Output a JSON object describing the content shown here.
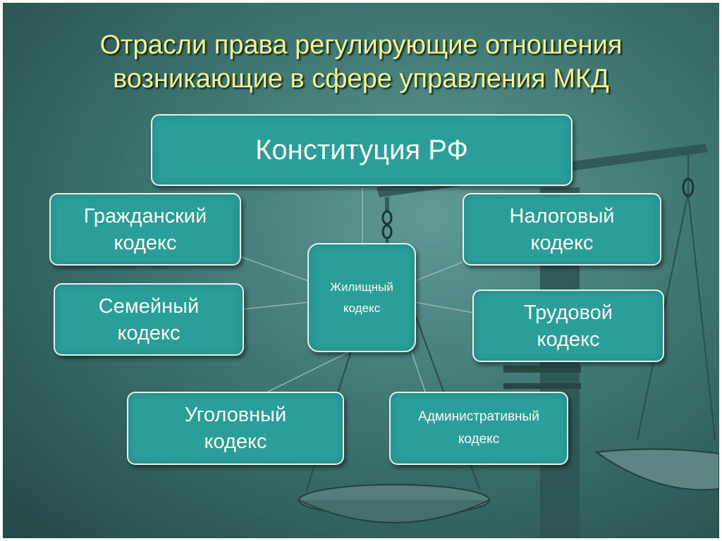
{
  "title": {
    "line1": "Отрасли права регулирующие отношения",
    "line2": "возникающие в сфере управления МКД"
  },
  "root": {
    "label": "Конституция РФ"
  },
  "center": {
    "line1": "Жилищный",
    "line2": "кодекс"
  },
  "nodes": {
    "civil": {
      "line1": "Гражданский",
      "line2": "кодекс"
    },
    "family": {
      "line1": "Семейный",
      "line2": "кодекс"
    },
    "criminal": {
      "line1": "Уголовный",
      "line2": "кодекс"
    },
    "tax": {
      "line1": "Налоговый",
      "line2": "кодекс"
    },
    "labor": {
      "line1": "Трудовой",
      "line2": "кодекс"
    },
    "admin": {
      "line1": "Административный",
      "line2": "кодекс"
    }
  },
  "colors": {
    "box_fill": "#2a9e99",
    "box_border": "#e8f1ef",
    "title_text": "#f2f58a",
    "background": "#3e7572"
  }
}
